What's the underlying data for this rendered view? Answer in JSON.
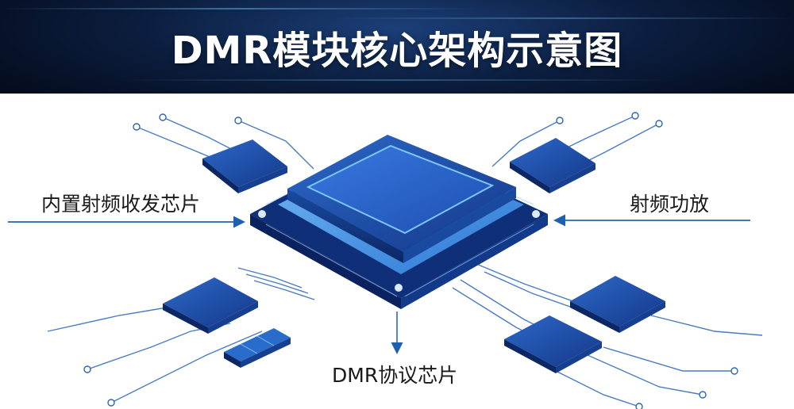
{
  "title": "DMR模块核心架构示意图",
  "labels": {
    "left": "内置射频收发芯片",
    "right": "射频功放",
    "bottom": "DMR协议芯片"
  },
  "colors": {
    "header_dark": "#050c1e",
    "header_mid": "#1b3f78",
    "chip_top": "#1e4fa8",
    "chip_glow": "#3f9cf0",
    "trace": "#2a66b8",
    "arrow": "#1f5fb0"
  }
}
